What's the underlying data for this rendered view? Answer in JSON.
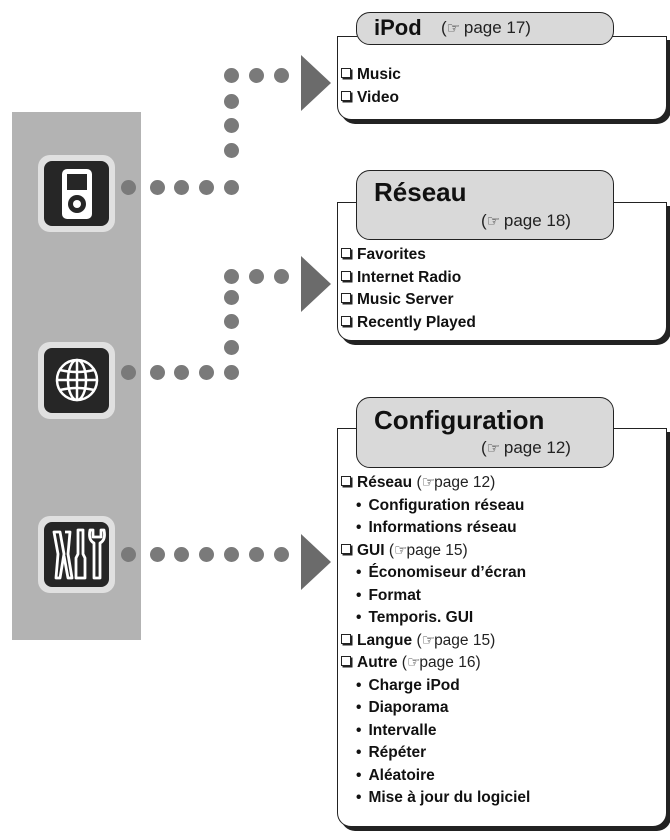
{
  "menus": {
    "ipod": {
      "title": "iPod",
      "ref_open": "(",
      "ref_text": "page 17)",
      "items": [
        "Music",
        "Video"
      ]
    },
    "reseau": {
      "title": "Réseau",
      "ref_open": "(",
      "ref_text": "page 18)",
      "items": [
        "Favorites",
        "Internet Radio",
        "Music Server",
        "Recently Played"
      ]
    },
    "config": {
      "title": "Configuration",
      "ref_open": "(",
      "ref_text": "page 12)",
      "items": [
        {
          "label": "Réseau",
          "ref": "page 12)",
          "level": 1
        },
        {
          "label": "Configuration réseau",
          "level": 2
        },
        {
          "label": "Informations réseau",
          "level": 2
        },
        {
          "label": "GUI",
          "ref": "page 15)",
          "level": 1
        },
        {
          "label": "Économiseur d’écran",
          "level": 2
        },
        {
          "label": "Format",
          "level": 2
        },
        {
          "label": "Temporis. GUI",
          "level": 2
        },
        {
          "label": "Langue",
          "ref": "page 15)",
          "level": 1
        },
        {
          "label": "Autre",
          "ref": "page 16)",
          "level": 1
        },
        {
          "label": "Charge iPod",
          "level": 2
        },
        {
          "label": "Diaporama",
          "level": 2
        },
        {
          "label": "Intervalle",
          "level": 2
        },
        {
          "label": "Répéter",
          "level": 2
        },
        {
          "label": "Aléatoire",
          "level": 2
        },
        {
          "label": "Mise à jour du logiciel",
          "level": 2
        }
      ]
    }
  },
  "icons": [
    "ipod-icon",
    "globe-icon",
    "tools-icon"
  ],
  "colors": {
    "sidebar": "#b3b3b3",
    "tab": "#d9d9d9",
    "dots": "#7a7a7a",
    "arrow": "#6b6b6b",
    "icon_bg": "#262626"
  }
}
